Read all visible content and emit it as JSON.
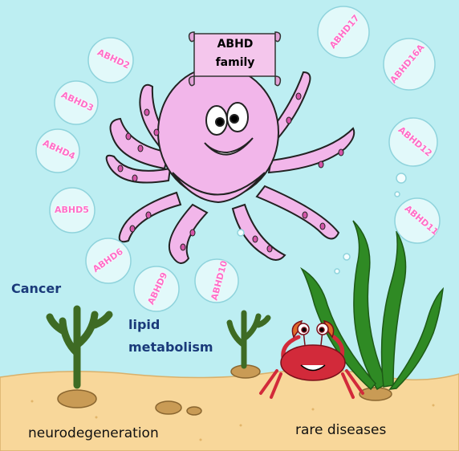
{
  "banner": {
    "line1": "ABHD",
    "line2": "family"
  },
  "bubbles": [
    "ABHD2",
    "ABHD3",
    "ABHD4",
    "ABHD5",
    "ABHD6",
    "ABHD9",
    "ABHD10",
    "ABHD17",
    "ABHD16A",
    "ABHD12",
    "ABHD11"
  ],
  "topics": {
    "cancer": "Cancer",
    "lipid_1": "lipid",
    "lipid_2": "metabolism",
    "neuro": "neurodegeneration",
    "rare": "rare diseases"
  },
  "colors": {
    "water": "#bdeef2",
    "sand": "#f8d79a",
    "octopus": "#f2b6ea",
    "spots": "#d455a8",
    "bubble_text": "#ff6fc8",
    "crab": "#d22a3a",
    "seaweed": "#2f8a24",
    "coral": "#3e6b24"
  }
}
